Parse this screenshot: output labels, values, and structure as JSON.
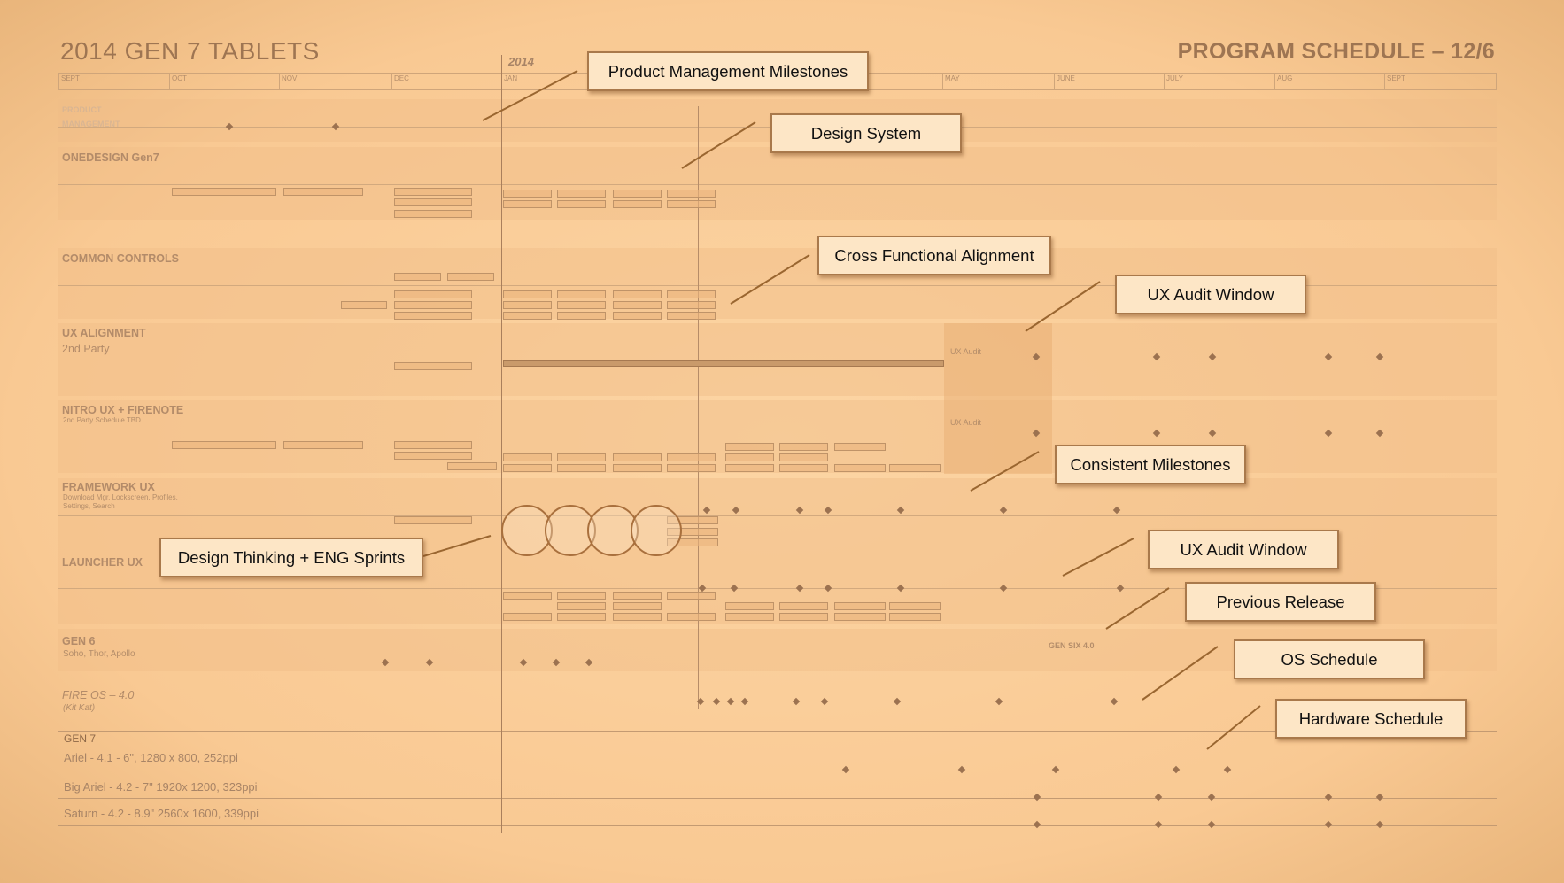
{
  "header": {
    "title": "2014 GEN 7 TABLETS",
    "schedule": "PROGRAM SCHEDULE – 12/6",
    "year": "2014"
  },
  "months": [
    "SEPT",
    "OCT",
    "NOV",
    "DEC",
    "JAN",
    "",
    "",
    "",
    "MAY",
    "JUNE",
    "JULY",
    "AUG",
    "SEPT"
  ],
  "rows": {
    "product_management": "PRODUCT MANAGEMENT",
    "onedesign": "ONEDESIGN Gen7",
    "common_controls": "COMMON CONTROLS",
    "ux_alignment": "UX ALIGNMENT",
    "ux_alignment_sub": "2nd Party",
    "nitro": "NITRO UX + FIRENOTE",
    "nitro_sub": "2nd Party Schedule TBD",
    "framework": "FRAMEWORK UX",
    "framework_sub": "Download Mgr, Lockscreen, Profiles, Settings, Search",
    "launcher": "LAUNCHER UX",
    "gen6": "GEN 6",
    "gen6_sub": "Soho, Thor, Apollo",
    "fireos": "FIRE OS – 4.0",
    "fireos_sub": "(Kit Kat)",
    "gen7": "GEN 7",
    "ariel": "Ariel - 4.1 - 6\", 1280 x 800, 252ppi",
    "big_ariel": "Big Ariel - 4.2 - 7\" 1920x 1200, 323ppi",
    "saturn": "Saturn - 4.2 - 8.9\" 2560x 1600, 339ppi",
    "ux_audit": "UX Audit",
    "gen_six_note": "GEN SIX 4.0"
  },
  "callouts": {
    "product_mgmt": "Product Management Milestones",
    "design_system": "Design System",
    "cross_functional": "Cross Functional Alignment",
    "ux_audit_1": "UX Audit Window",
    "consistent": "Consistent Milestones",
    "design_thinking": "Design Thinking + ENG Sprints",
    "ux_audit_2": "UX Audit Window",
    "previous_release": "Previous Release",
    "os_schedule": "OS Schedule",
    "hardware_schedule": "Hardware Schedule"
  },
  "colors": {
    "background": "#fbd9ad",
    "callout_fill": "#fde6c6",
    "callout_border": "#a9794b",
    "connector": "#9a6630"
  }
}
